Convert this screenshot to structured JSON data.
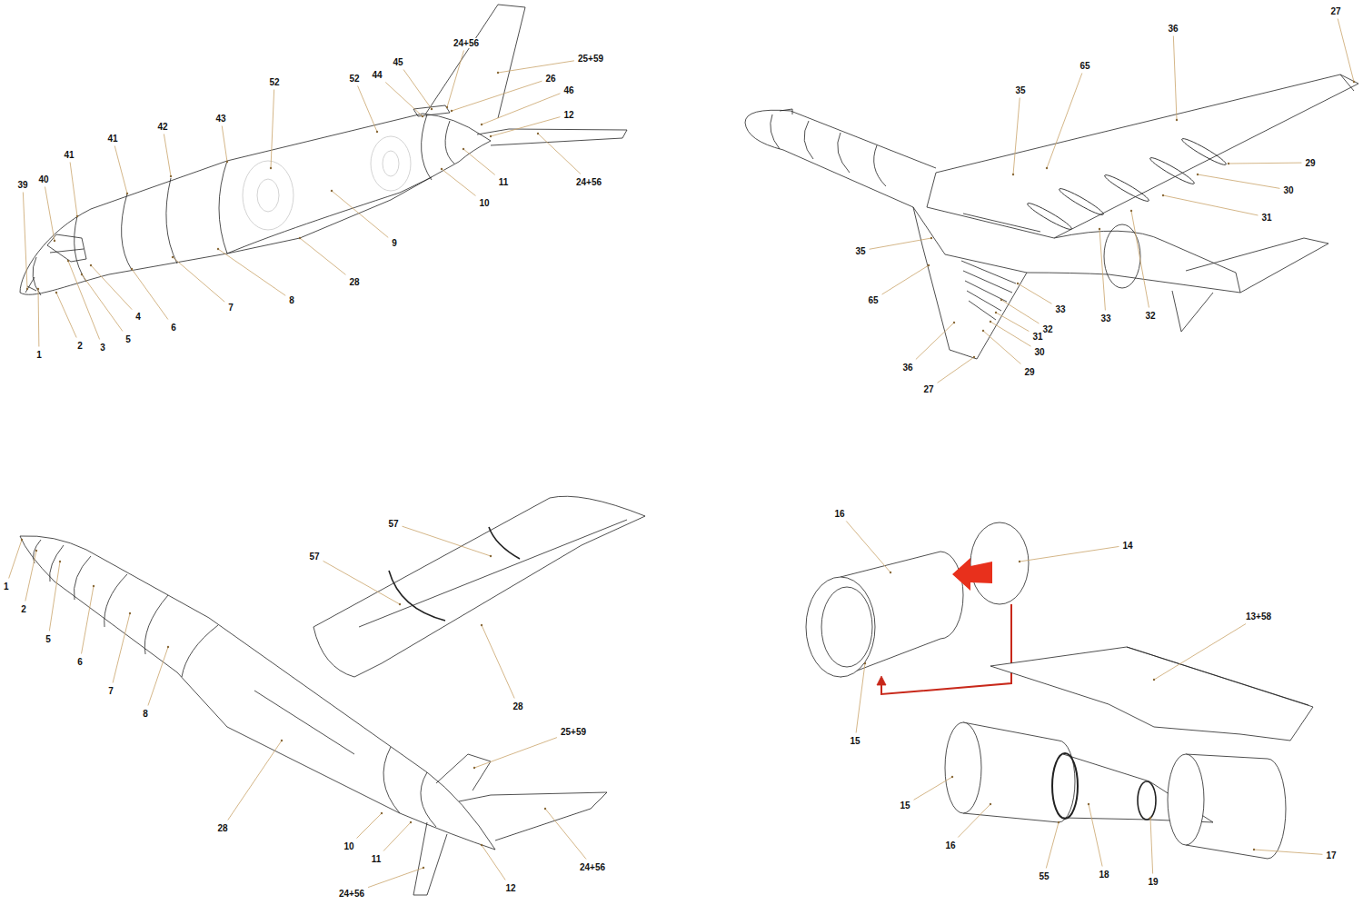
{
  "diagram": {
    "labels": [
      "39",
      "40",
      "41",
      "41",
      "42",
      "43",
      "52",
      "52",
      "44",
      "45",
      "24+56",
      "25+59",
      "26",
      "46",
      "12",
      "11",
      "10",
      "24+56",
      "9",
      "28",
      "8",
      "7",
      "6",
      "4",
      "5",
      "3",
      "2",
      "1",
      "27",
      "36",
      "65",
      "35",
      "29",
      "30",
      "31",
      "35",
      "65",
      "33",
      "33",
      "32",
      "32",
      "31",
      "30",
      "29",
      "36",
      "27",
      "1",
      "2",
      "5",
      "6",
      "7",
      "8",
      "57",
      "57",
      "28",
      "25+59",
      "28",
      "10",
      "11",
      "12",
      "24+56",
      "24+56",
      "16",
      "14",
      "13+58",
      "15",
      "15",
      "16",
      "55",
      "18",
      "19",
      "17"
    ]
  }
}
